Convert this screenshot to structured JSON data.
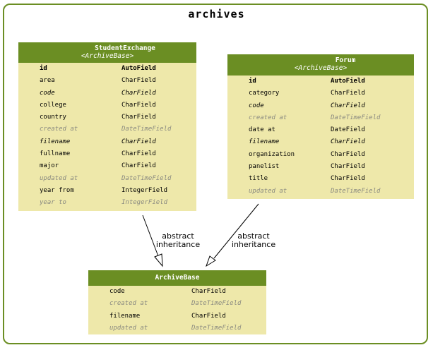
{
  "package": {
    "title": "archives"
  },
  "models": {
    "student_exchange": {
      "name": "StudentExchange",
      "base": "<ArchiveBase>",
      "fields": [
        {
          "name": "id",
          "type": "AutoField",
          "style": "bold"
        },
        {
          "name": "area",
          "type": "CharField",
          "style": "normal"
        },
        {
          "name": "code",
          "type": "CharField",
          "style": "italic"
        },
        {
          "name": "college",
          "type": "CharField",
          "style": "normal"
        },
        {
          "name": "country",
          "type": "CharField",
          "style": "normal"
        },
        {
          "name": "created at",
          "type": "DateTimeField",
          "style": "inherited"
        },
        {
          "name": "filename",
          "type": "CharField",
          "style": "italic"
        },
        {
          "name": "fullname",
          "type": "CharField",
          "style": "normal"
        },
        {
          "name": "major",
          "type": "CharField",
          "style": "normal"
        },
        {
          "name": "updated at",
          "type": "DateTimeField",
          "style": "inherited"
        },
        {
          "name": "year from",
          "type": "IntegerField",
          "style": "normal"
        },
        {
          "name": "year to",
          "type": "IntegerField",
          "style": "inherited"
        }
      ]
    },
    "forum": {
      "name": "Forum",
      "base": "<ArchiveBase>",
      "fields": [
        {
          "name": "id",
          "type": "AutoField",
          "style": "bold"
        },
        {
          "name": "category",
          "type": "CharField",
          "style": "normal"
        },
        {
          "name": "code",
          "type": "CharField",
          "style": "italic"
        },
        {
          "name": "created at",
          "type": "DateTimeField",
          "style": "inherited"
        },
        {
          "name": "date at",
          "type": "DateField",
          "style": "normal"
        },
        {
          "name": "filename",
          "type": "CharField",
          "style": "italic"
        },
        {
          "name": "organization",
          "type": "CharField",
          "style": "normal"
        },
        {
          "name": "panelist",
          "type": "CharField",
          "style": "normal"
        },
        {
          "name": "title",
          "type": "CharField",
          "style": "normal"
        },
        {
          "name": "updated at",
          "type": "DateTimeField",
          "style": "inherited"
        }
      ]
    },
    "archive_base": {
      "name": "ArchiveBase",
      "fields": [
        {
          "name": "code",
          "type": "CharField",
          "style": "normal"
        },
        {
          "name": "created at",
          "type": "DateTimeField",
          "style": "inherited"
        },
        {
          "name": "filename",
          "type": "CharField",
          "style": "normal"
        },
        {
          "name": "updated at",
          "type": "DateTimeField",
          "style": "inherited"
        }
      ]
    }
  },
  "edges": [
    {
      "from": "student_exchange",
      "to": "archive_base",
      "label_line1": "abstract",
      "label_line2": "inheritance"
    },
    {
      "from": "forum",
      "to": "archive_base",
      "label_line1": "abstract",
      "label_line2": "inheritance"
    }
  ],
  "colors": {
    "header": "#6b8e23",
    "body": "#eee8aa",
    "border": "#6b8e23",
    "inherited_text": "#8a8a80"
  }
}
